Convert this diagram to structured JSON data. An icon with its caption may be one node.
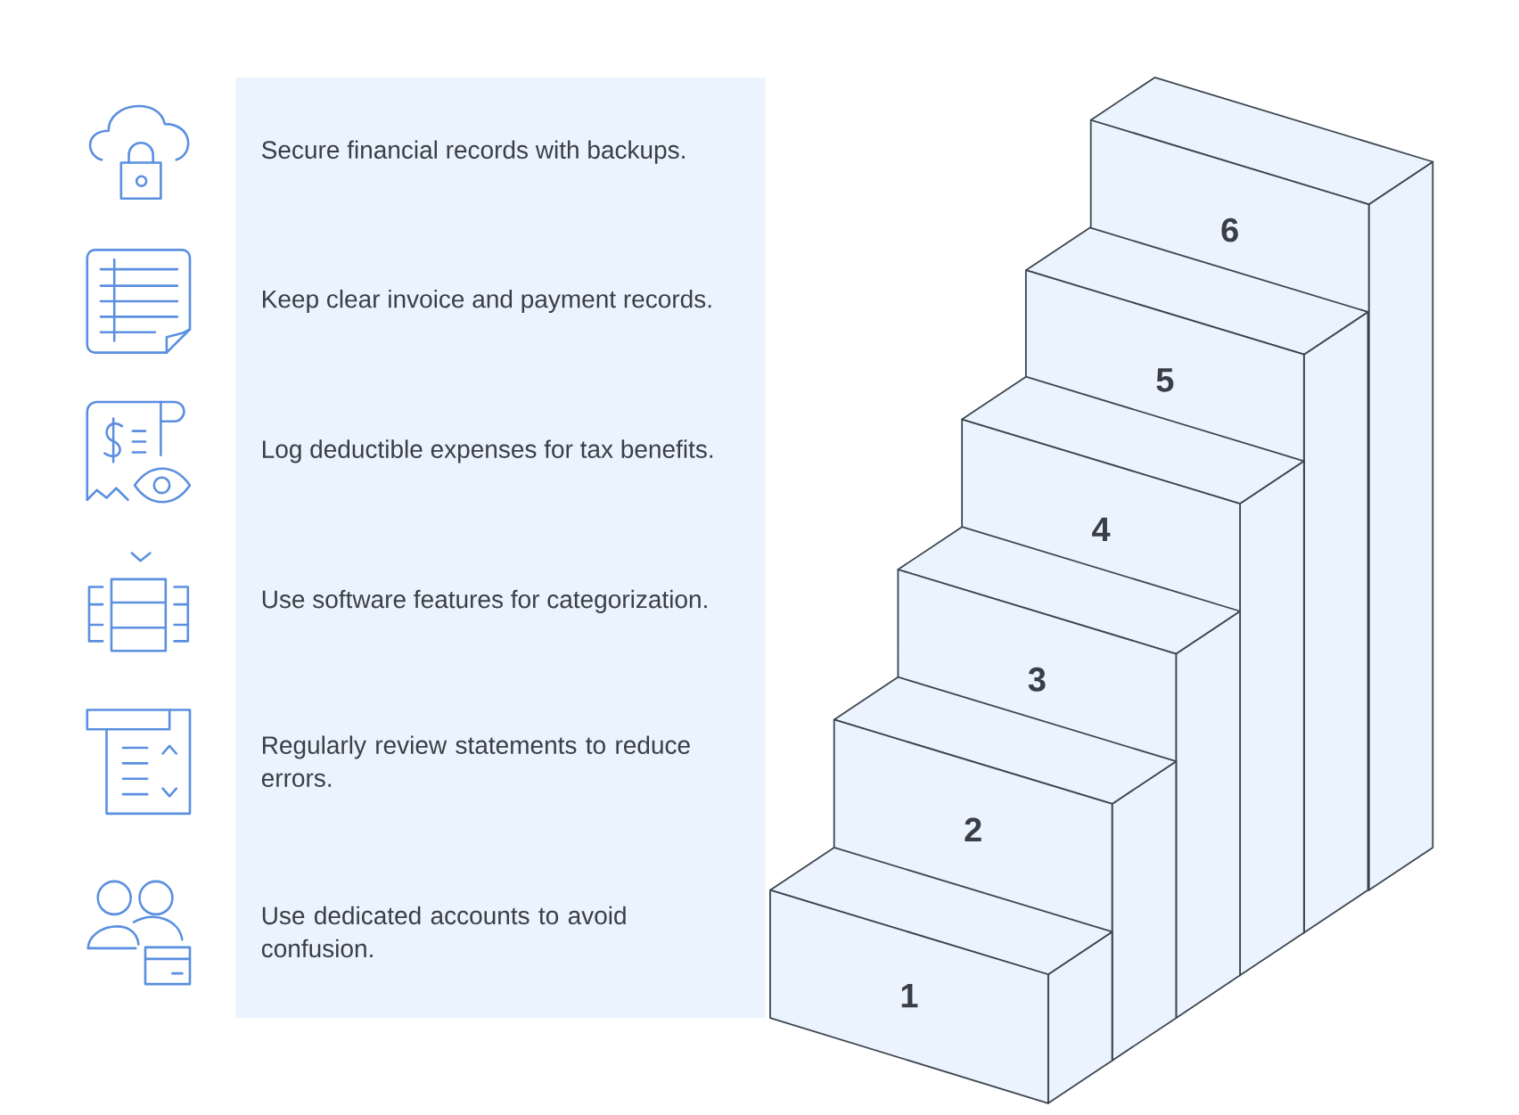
{
  "diagram": {
    "nodes": [
      {
        "text": [
          "1"
        ]
      },
      {
        "text": [
          "2"
        ]
      },
      {
        "text": [
          "3"
        ]
      },
      {
        "text": [
          "4"
        ]
      },
      {
        "text": [
          "5"
        ]
      },
      {
        "text": [
          "6"
        ]
      }
    ],
    "labels": [
      "Secure financial records with backups.",
      "Keep clear invoice and payment records.",
      "Log deductible expenses for tax benefits.",
      "Use software features for categorization.",
      "Regularly review statements to reduce errors.",
      "Use dedicated accounts to avoid confusion."
    ]
  }
}
